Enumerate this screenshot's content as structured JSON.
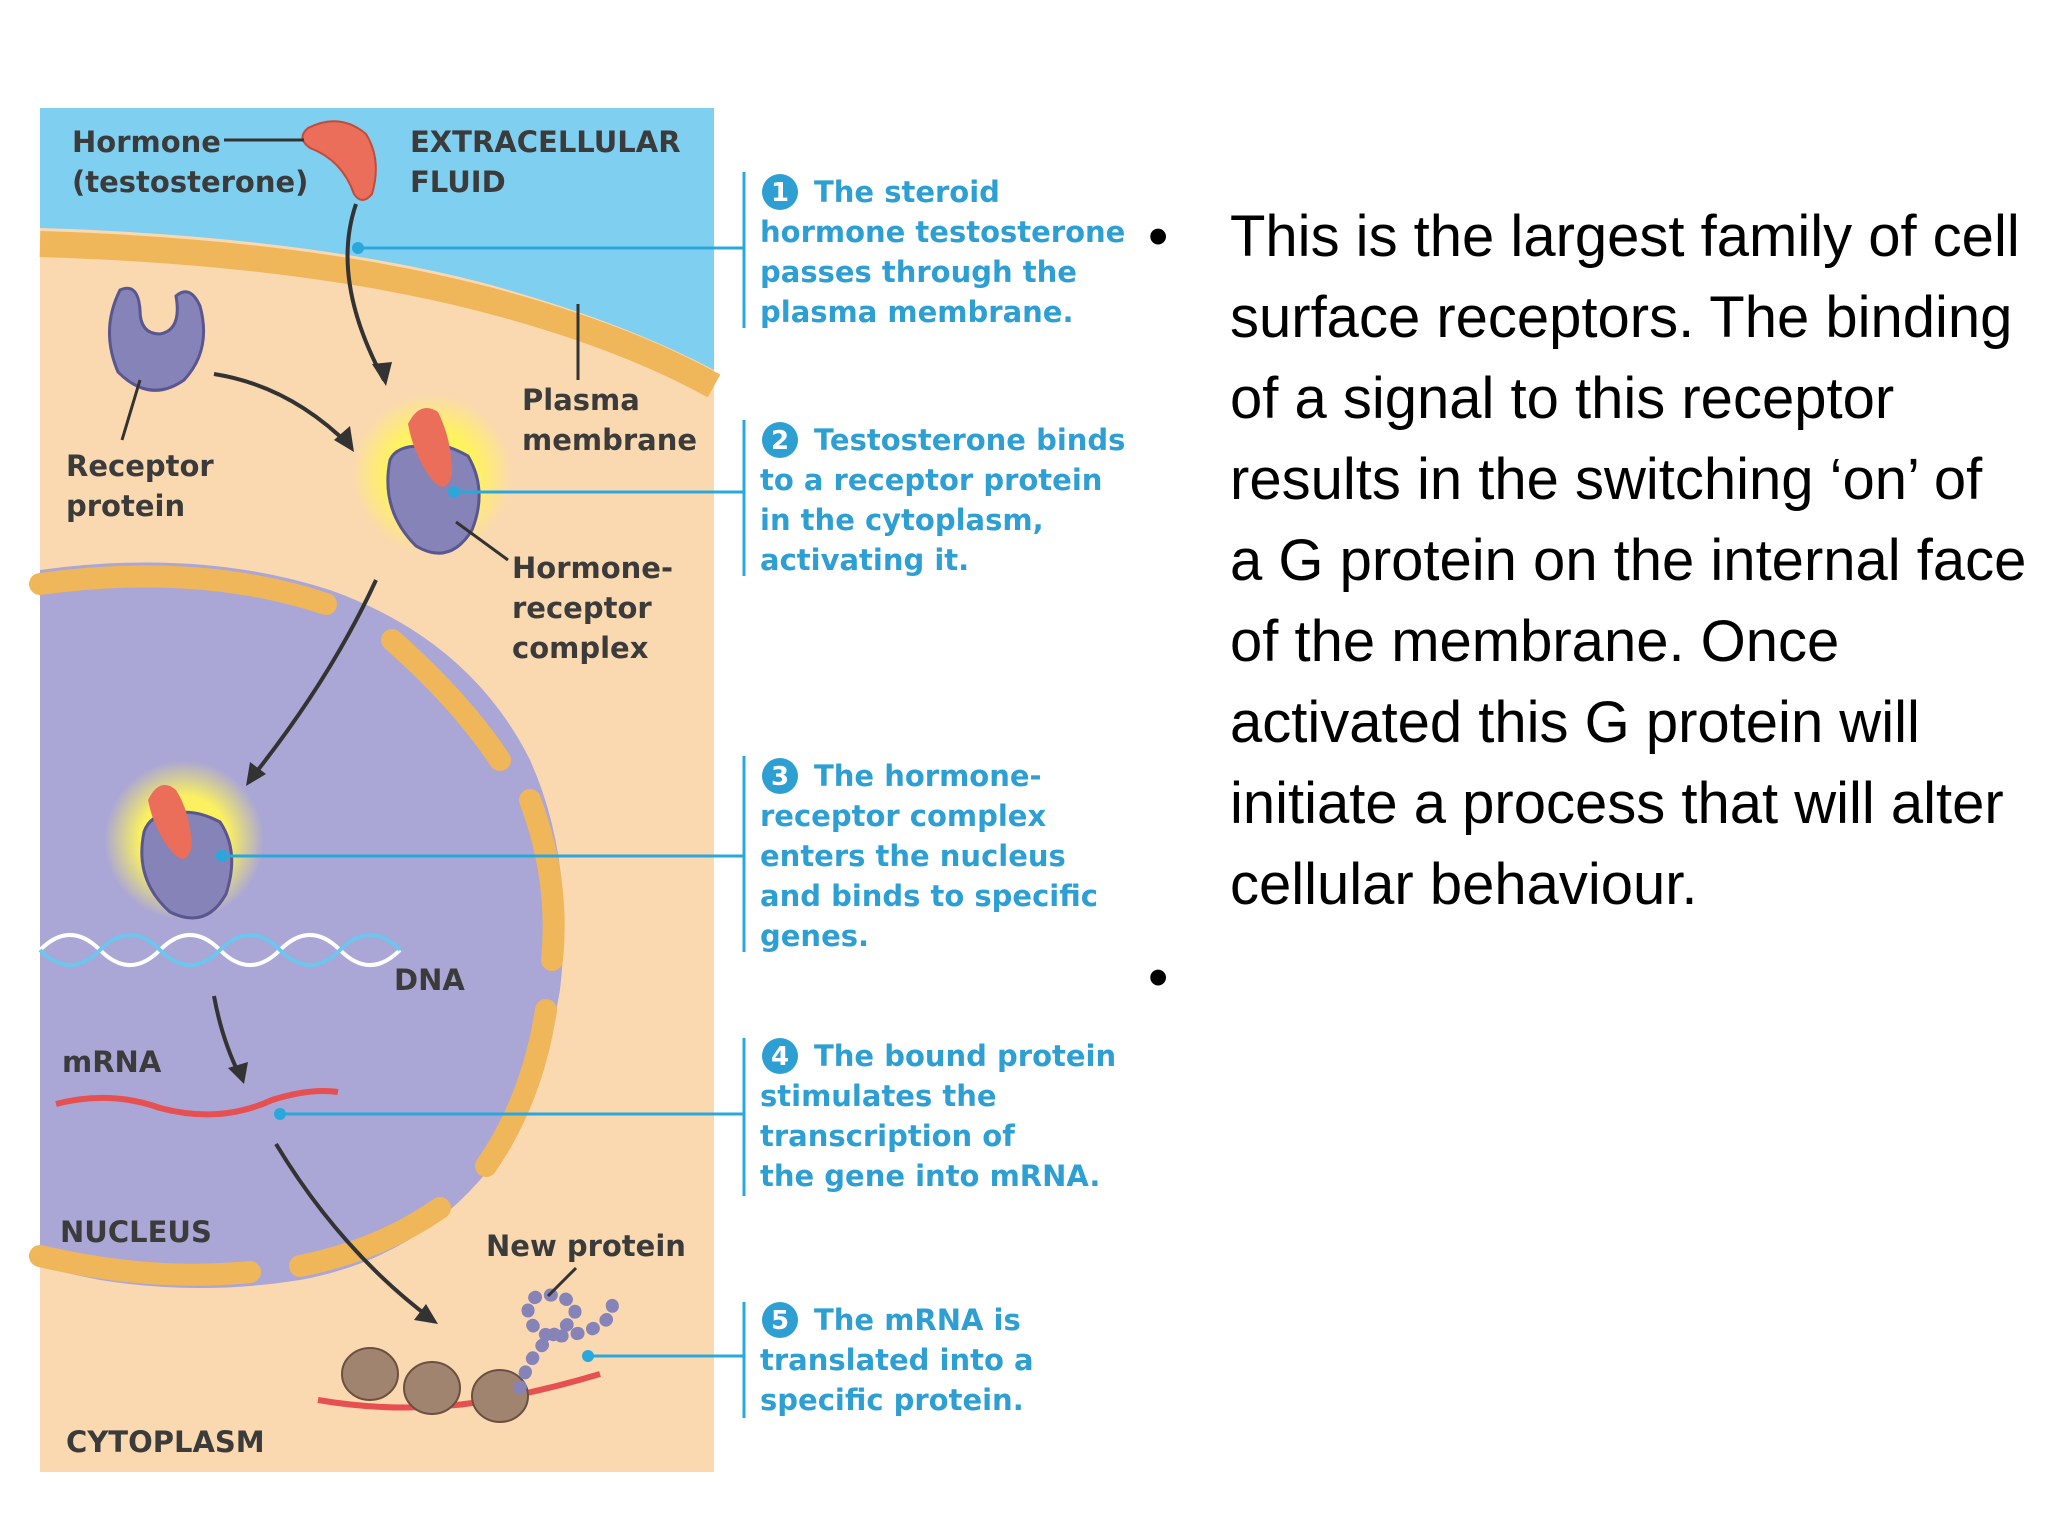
{
  "diagram": {
    "labels": {
      "hormone": [
        "Hormone",
        "(testosterone)"
      ],
      "extracellular": [
        "EXTRACELLULAR",
        "FLUID"
      ],
      "plasma": [
        "Plasma",
        "membrane"
      ],
      "receptor": [
        "Receptor",
        "protein"
      ],
      "complex": [
        "Hormone-",
        "receptor",
        "complex"
      ],
      "dna": "DNA",
      "mrna": "mRNA",
      "nucleus": "NUCLEUS",
      "new_protein": "New protein",
      "cytoplasm": "CYTOPLASM"
    },
    "steps": [
      {
        "num": "1",
        "lines": [
          "The steroid",
          "hormone testosterone",
          "passes through the",
          "plasma membrane."
        ]
      },
      {
        "num": "2",
        "lines": [
          "Testosterone binds",
          "to a receptor protein",
          "in the cytoplasm,",
          "activating it."
        ]
      },
      {
        "num": "3",
        "lines": [
          "The hormone-",
          "receptor complex",
          "enters the nucleus",
          "and binds to specific",
          "genes."
        ]
      },
      {
        "num": "4",
        "lines": [
          "The bound protein",
          "stimulates the",
          "transcription of",
          "the gene into mRNA."
        ]
      },
      {
        "num": "5",
        "lines": [
          "The mRNA is",
          "translated into a",
          "specific protein."
        ]
      }
    ],
    "colors": {
      "fluid": "#7fcff0",
      "cytoplasm": "#fad9b0",
      "membrane": "#f0b65a",
      "nucleus": "#aaa6d6",
      "hormone": "#ea6e5a",
      "receptor": "#8683b8",
      "step_text": "#2e9fd3",
      "leader": "#2aa8dc"
    }
  },
  "bullets": [
    "This is the largest family of cell surface receptors. The binding of a signal to this receptor results in the switching ‘on’ of a G protein on the internal face of the membrane. Once activated this G protein will initiate a process that will alter cellular behaviour.",
    ""
  ]
}
